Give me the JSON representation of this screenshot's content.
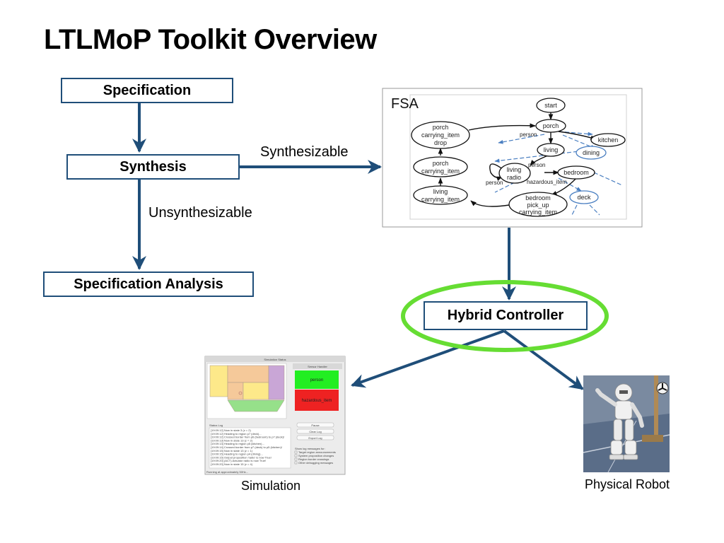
{
  "title": "LTLMoP Toolkit Overview",
  "boxes": {
    "specification": "Specification",
    "synthesis": "Synthesis",
    "specification_analysis": "Specification Analysis",
    "hybrid_controller": "Hybrid Controller"
  },
  "labels": {
    "synthesizable": "Synthesizable",
    "unsynthesizable": "Unsynthesizable"
  },
  "fsa": {
    "label": "FSA",
    "states": {
      "start": "start",
      "porch": "porch",
      "kitchen": "kitchen",
      "living": "living",
      "dining": "dining",
      "living_radio_1": "living",
      "living_radio_2": "radio",
      "bedroom": "bedroom",
      "deck": "deck",
      "drop_1": "porch",
      "drop_2": "carrying_item",
      "drop_3": "drop",
      "carry_1": "porch",
      "carry_2": "carrying_item",
      "lcarry_1": "living",
      "lcarry_2": "carrying_item",
      "pickup_1": "bedroom",
      "pickup_2": "pick_up",
      "pickup_3": "carrying_item"
    },
    "edges": {
      "person_a": "person",
      "person_b": "person",
      "person_c": "person",
      "hazardous": "hazardous_item"
    }
  },
  "simulation": {
    "window_title": "Simulation Status",
    "sensor_title": "Sensor Handler",
    "sensor_person": "person",
    "sensor_hazard": "hazardous_item",
    "status_log": "Status Log",
    "buttons": [
      "Pause",
      "Clear Log",
      "Export Log"
    ],
    "show_log": "Show log messages for:",
    "options": [
      "Target region announcements",
      "System proposition changes",
      "Region border crossings",
      "Other debugging messages"
    ],
    "log_lines": [
      "[19:09:12] Now in state 3 (z = 2)",
      "[19:09:12] Heading to region p7 (deck)...",
      "[19:09:12] Crossed border from p6 (bedroom) to p7 (deck)!",
      "[19:09:13] Now in state 13 (z = 2)",
      "[19:09:13] Heading to region p5 (kitchen)...",
      "[19:09:14] Crossed border from p7 (deck) to p5 (kitchen)!",
      "[19:09:15] Now in state 13 (z = 1)",
      "[19:09:15] Heading to region p4 (dining)...",
      "[19:09:15] Output proposition 'radio' is now True!",
      "[19:09:20] (ACT) Actuator radio is now True!",
      "[19:09:20] Now in state 15 (z = 4)"
    ],
    "status_bar": "Running at approximately 50Hz...",
    "colors": {
      "sensor_true": "#22ee22",
      "sensor_false": "#ee2222",
      "region_yellow": "#fde98a",
      "region_orange": "#f5c99a",
      "region_purple": "#c9a6d6",
      "region_green": "#96e08a"
    }
  },
  "captions": {
    "simulation": "Simulation",
    "physical_robot": "Physical Robot"
  },
  "colors": {
    "arrow": "#1f4e79",
    "highlight_ring": "#66dd33",
    "fsa_dashed": "#4a7fc1"
  }
}
